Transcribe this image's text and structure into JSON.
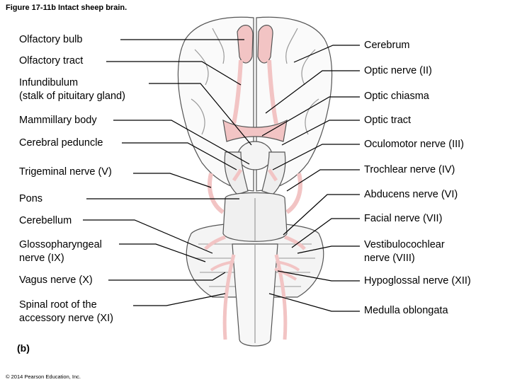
{
  "figure_title": "Figure 17-11b  Intact sheep brain.",
  "panel_label": "(b)",
  "copyright": "© 2014 Pearson Education, Inc.",
  "labels_left": [
    {
      "text": "Olfactory bulb"
    },
    {
      "text": "Olfactory tract"
    },
    {
      "line1": "Infundibulum",
      "line2": "(stalk of pituitary gland)"
    },
    {
      "text": "Mammillary body"
    },
    {
      "text": "Cerebral peduncle"
    },
    {
      "text": "Trigeminal nerve (V)"
    },
    {
      "text": "Pons"
    },
    {
      "text": "Cerebellum"
    },
    {
      "line1": "Glossopharyngeal",
      "line2": "nerve (IX)"
    },
    {
      "text": "Vagus nerve (X)"
    },
    {
      "line1": "Spinal root of the",
      "line2": "accessory nerve (XI)"
    }
  ],
  "labels_right": [
    {
      "text": "Cerebrum"
    },
    {
      "text": "Optic nerve (II)"
    },
    {
      "text": "Optic chiasma"
    },
    {
      "text": "Optic tract"
    },
    {
      "text": "Oculomotor nerve (III)"
    },
    {
      "text": "Trochlear nerve (IV)"
    },
    {
      "text": "Abducens nerve (VI)"
    },
    {
      "text": "Facial nerve (VII)"
    },
    {
      "line1": "Vestibulocochlear",
      "line2": "nerve (VIII)"
    },
    {
      "text": "Hypoglossal nerve (XII)"
    },
    {
      "text": "Medulla oblongata"
    }
  ],
  "colors": {
    "nerve_pink": "#f2c4c4",
    "outline": "#555555",
    "leader": "#000000"
  }
}
